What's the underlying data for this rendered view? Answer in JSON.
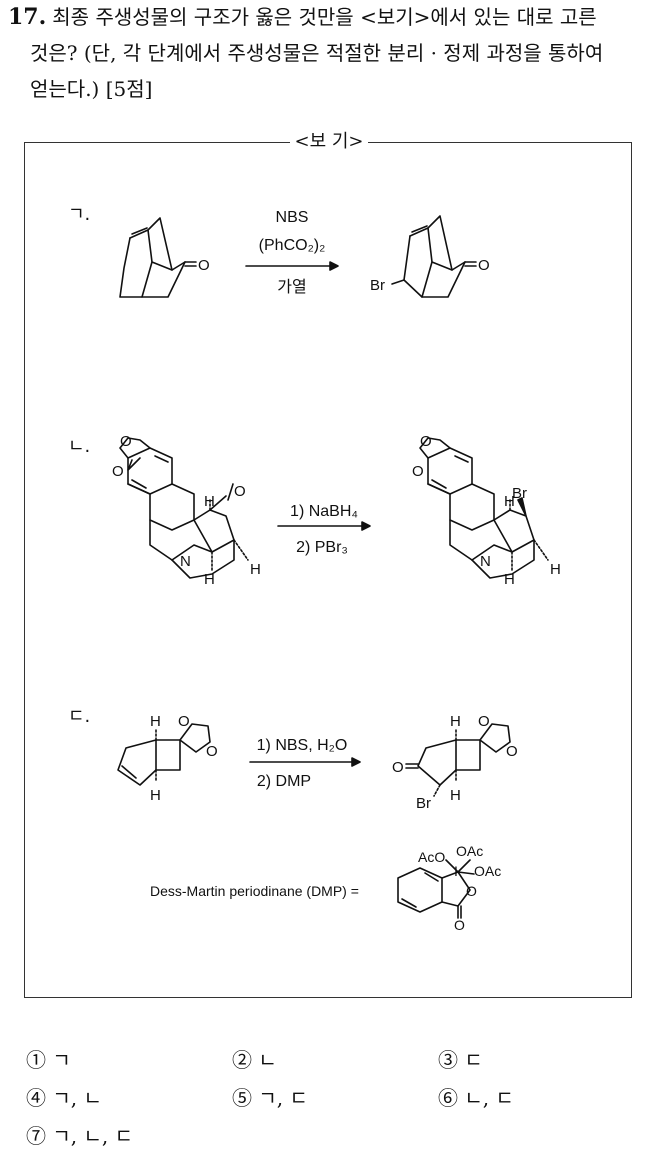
{
  "question": {
    "number": "17.",
    "line1": "최종 주생성물의 구조가 옳은 것만을 <보기>에서 있는 대로 고른",
    "line2": "것은? (단, 각 단계에서 주생성물은 적절한 분리 · 정제 과정을 통하여",
    "line3": "얻는다.) [5점]"
  },
  "box": {
    "title": "<보 기>"
  },
  "items": [
    {
      "label": "ㄱ.",
      "reagent1": "NBS",
      "reagent2": "(PhCO₂)₂",
      "reagent3": "가열",
      "product_atom": "Br",
      "ketone_o": "O"
    },
    {
      "label": "ㄴ.",
      "reagent1": "1) NaBH₄",
      "reagent2": "2) PBr₃"
    },
    {
      "label": "ㄷ.",
      "reagent1": "1) NBS, H₂O",
      "reagent2": "2) DMP"
    }
  ],
  "dmp": {
    "caption": "Dess-Martin periodinane (DMP) =",
    "ac1": "AcO",
    "ac2": "OAc",
    "ac3": "OAc",
    "iodine": "I",
    "o_ring": "O",
    "o_carbonyl": "O"
  },
  "atoms": {
    "O": "O",
    "H": "H",
    "N": "N",
    "Br": "Br"
  },
  "choices": [
    {
      "num": "①",
      "text": "ㄱ"
    },
    {
      "num": "②",
      "text": "ㄴ"
    },
    {
      "num": "③",
      "text": "ㄷ"
    },
    {
      "num": "④",
      "text": "ㄱ, ㄴ"
    },
    {
      "num": "⑤",
      "text": "ㄱ, ㄷ"
    },
    {
      "num": "⑥",
      "text": "ㄴ, ㄷ"
    },
    {
      "num": "⑦",
      "text": "ㄱ, ㄴ, ㄷ"
    }
  ]
}
